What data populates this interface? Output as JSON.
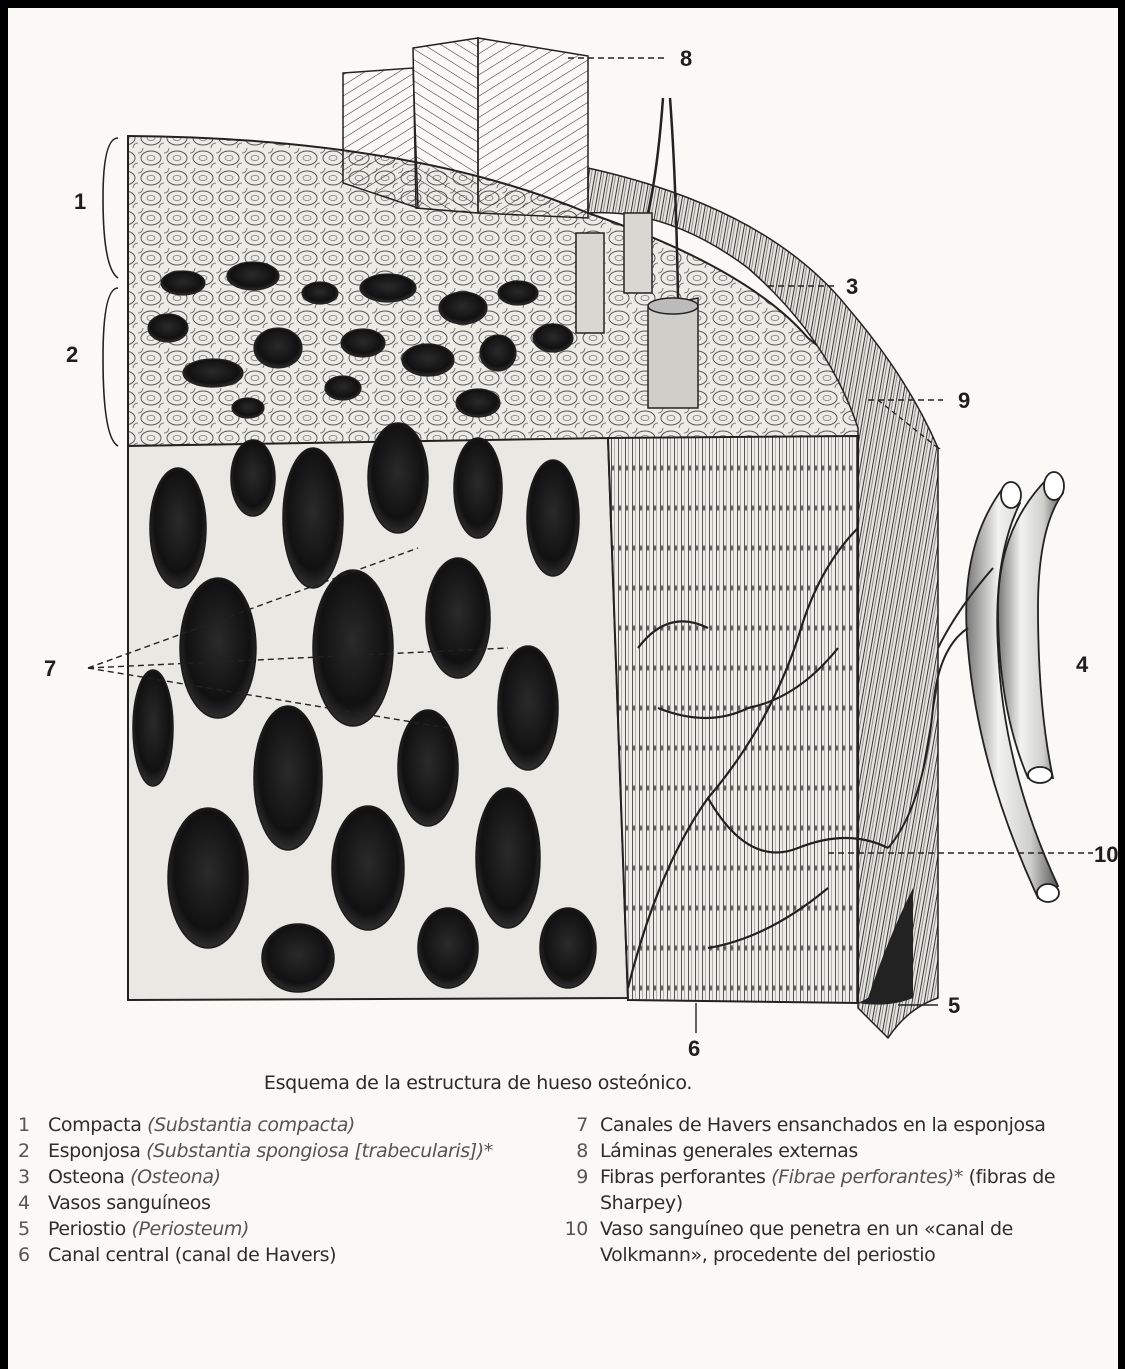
{
  "labels": {
    "l1": "1",
    "l2": "2",
    "l3": "3",
    "l4": "4",
    "l5": "5",
    "l6": "6",
    "l7": "7",
    "l8": "8",
    "l9": "9",
    "l10": "10"
  },
  "caption": "Esquema de la estructura de hueso osteónico.",
  "legend_left": [
    {
      "num": "1",
      "text": "Compacta ",
      "latin": "(Substantia compacta)"
    },
    {
      "num": "2",
      "text": "Esponjosa ",
      "latin": "(Substantia spongiosa [trabecularis])*"
    },
    {
      "num": "3",
      "text": "Osteona ",
      "latin": "(Osteona)"
    },
    {
      "num": "4",
      "text": "Vasos sanguíneos",
      "latin": ""
    },
    {
      "num": "5",
      "text": "Periostio ",
      "latin": "(Periosteum)"
    },
    {
      "num": "6",
      "text": "Canal central (canal de Havers)",
      "latin": ""
    }
  ],
  "legend_right": [
    {
      "num": "7",
      "text": "Canales de Havers ensanchados en la esponjosa",
      "latin": ""
    },
    {
      "num": "8",
      "text": "Láminas generales externas",
      "latin": ""
    },
    {
      "num": "9",
      "text": "Fibras perforantes ",
      "latin": "(Fibrae perforantes)*",
      "after": " (fibras de Sharpey)"
    },
    {
      "num": "10",
      "text": "Vaso sanguíneo que penetra en un «canal de Volkmann», procedente del periostio",
      "latin": ""
    }
  ]
}
